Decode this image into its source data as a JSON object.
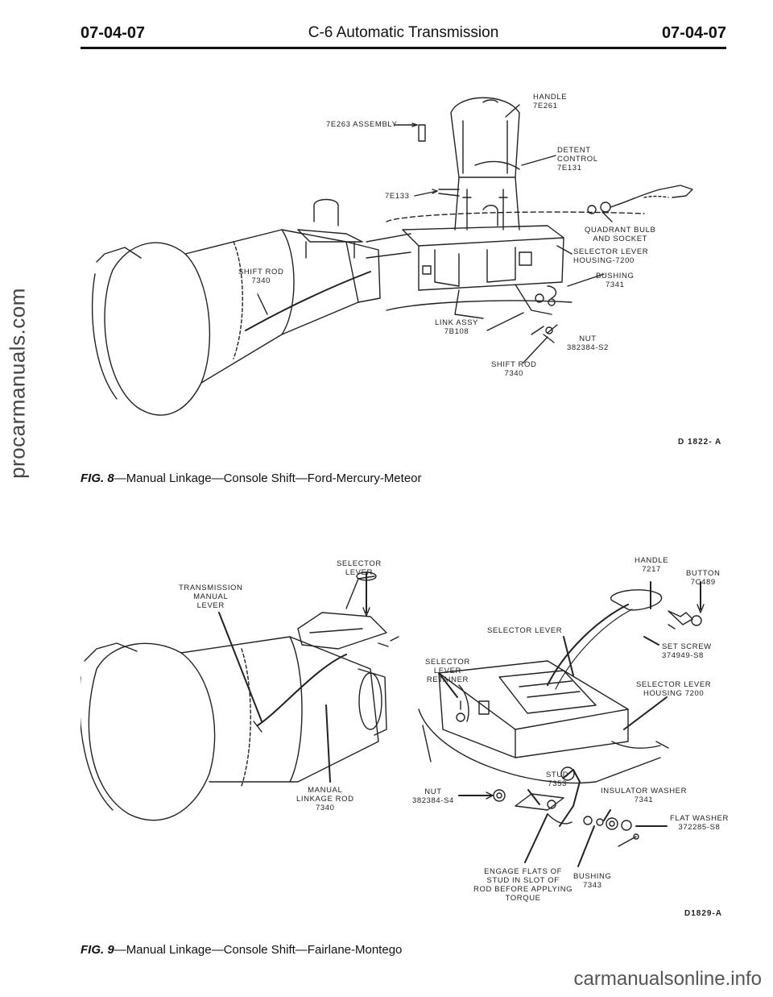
{
  "header": {
    "page_left": "07-04-07",
    "title": "C-6 Automatic Transmission",
    "page_right": "07-04-07"
  },
  "watermarks": {
    "side": "procarmanuals.com",
    "bottom": "carmanualsonline.info"
  },
  "figure8": {
    "labels": {
      "handle": "HANDLE",
      "handle_no": "7E261",
      "assembly": "7E263 ASSEMBLY",
      "detent_1": "DETENT",
      "detent_2": "CONTROL",
      "detent_no": "7E131",
      "part_7e133": "7E133",
      "quadrant_1": "QUADRANT BULB",
      "quadrant_2": "AND SOCKET",
      "selector_housing_1": "SELECTOR LEVER",
      "selector_housing_2": "HOUSING-7200",
      "bushing": "BUSHING",
      "bushing_no": "7341",
      "shift_rod_left": "SHIFT ROD",
      "shift_rod_left_no": "7340",
      "link_assy": "LINK ASSY",
      "link_assy_no": "7B108",
      "nut": "NUT",
      "nut_no": "382384-S2",
      "shift_rod_bottom": "SHIFT ROD",
      "shift_rod_bottom_no": "7340"
    },
    "drawing_id": "D 1822- A",
    "caption_number": "FIG. 8",
    "caption_text": "—Manual Linkage—Console Shift—Ford-Mercury-Meteor"
  },
  "figure9": {
    "labels": {
      "selector_lever_top_1": "SELECTOR",
      "selector_lever_top_2": "LEVER",
      "trans_manual_1": "TRANSMISSION",
      "trans_manual_2": "MANUAL",
      "trans_manual_3": "LEVER",
      "handle": "HANDLE",
      "handle_no": "7217",
      "button": "BUTTON",
      "button_no": "7C489",
      "selector_lever_mid": "SELECTOR LEVER",
      "set_screw": "SET SCREW",
      "set_screw_no": "374949-S8",
      "retainer_1": "SELECTOR",
      "retainer_2": "LEVER",
      "retainer_3": "RETAINER",
      "housing": "SELECTOR LEVER",
      "housing_no": "HOUSING 7200",
      "manual_rod_1": "MANUAL",
      "manual_rod_2": "LINKAGE ROD",
      "manual_rod_no": "7340",
      "stud": "STUD",
      "stud_no": "7353",
      "nut": "NUT",
      "nut_no": "382384-S4",
      "insulator": "INSULATOR WASHER",
      "insulator_no": "7341",
      "flat_washer": "FLAT WASHER",
      "flat_washer_no": "372285-S8",
      "engage_1": "ENGAGE FLATS OF",
      "engage_2": "STUD IN SLOT OF",
      "engage_3": "ROD BEFORE APPLYING",
      "engage_4": "TORQUE",
      "bushing": "BUSHING",
      "bushing_no": "7343"
    },
    "drawing_id": "D1829-A",
    "caption_number": "FIG. 9",
    "caption_text": "—Manual Linkage—Console Shift—Fairlane-Montego"
  }
}
